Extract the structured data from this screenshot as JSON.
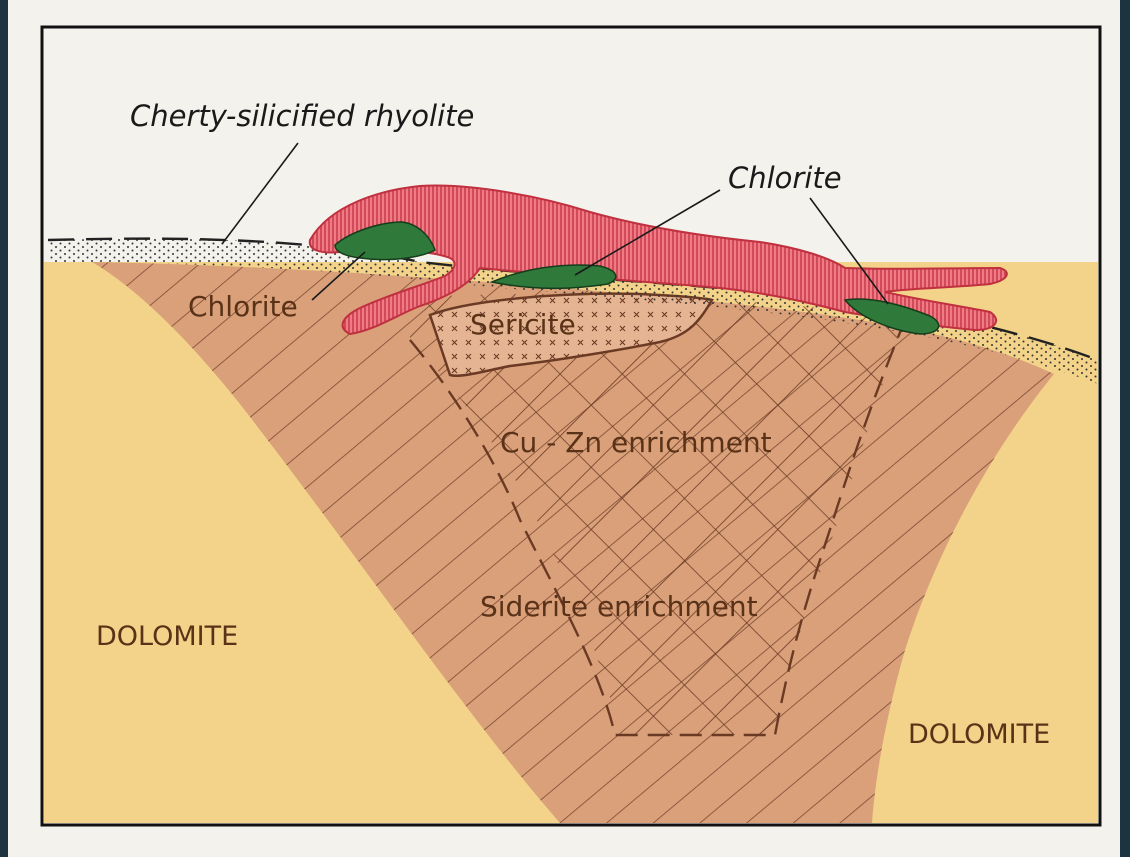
{
  "labels": {
    "cherty_rhyolite": "Cherty-silicified rhyolite",
    "chlorite_top": "Chlorite",
    "chlorite_left": "Chlorite",
    "sericite": "Sericite",
    "cu_zn": "Cu - Zn enrichment",
    "siderite": "Siderite enrichment",
    "dolomite_left": "DOLOMITE",
    "dolomite_right": "DOLOMITE"
  },
  "colors": {
    "frame_background": "#1d3340",
    "paper": "#f4f2ec",
    "dolomite": "#f2d389",
    "altered_zone": "#d9a07a",
    "hatch_line": "#6b3a24",
    "rhyolite_red": "#ea5d6a",
    "chlorite_green": "#2f7a3a",
    "text_dark": "#1a1a1a",
    "text_brown": "#5a3218"
  }
}
